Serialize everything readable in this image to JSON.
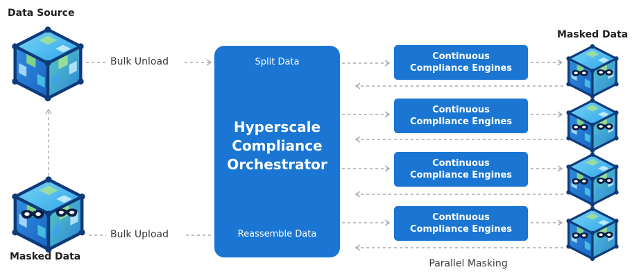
{
  "source": {
    "label": "Data Source"
  },
  "masked_source": {
    "label": "Masked Data"
  },
  "target": {
    "label": "Masked Data"
  },
  "edges": {
    "unload": "Bulk Unload",
    "upload": "Bulk Upload"
  },
  "orchestrator": {
    "title_lines": [
      "Hyperscale",
      "Compliance",
      "Orchestrator"
    ],
    "split_label": "Split Data",
    "reassemble_label": "Reassemble Data"
  },
  "engines": [
    {
      "line1": "Continuous",
      "line2": "Compliance Engines"
    },
    {
      "line1": "Continuous",
      "line2": "Compliance Engines"
    },
    {
      "line1": "Continuous",
      "line2": "Compliance Engines"
    },
    {
      "line1": "Continuous",
      "line2": "Compliance Engines"
    }
  ],
  "caption": "Parallel Masking",
  "colors": {
    "accent": "#1a76d2",
    "arrow": "#a9a9a9",
    "cube_dark": "#0e3a7a"
  },
  "icons": {
    "data_cube": "data-cube-icon",
    "masked_cube": "masked-cube-icon"
  }
}
